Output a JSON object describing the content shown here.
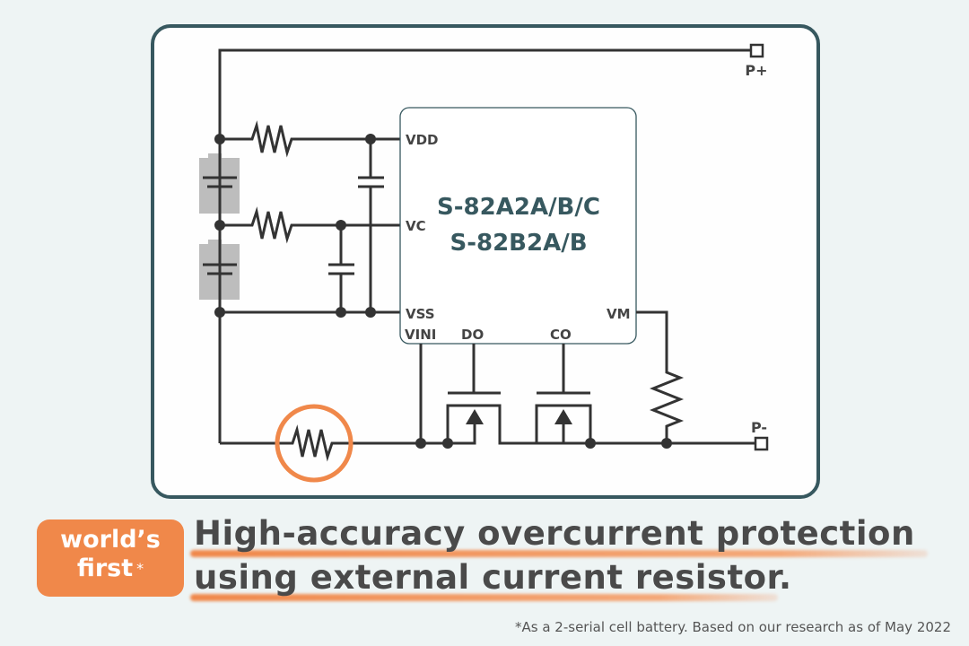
{
  "colors": {
    "background": "#eef4f4",
    "frame_border": "#37585f",
    "chip_text": "#37585f",
    "accent_orange": "#f0884a",
    "wire": "#333333",
    "battery_fill": "#bdbdbd"
  },
  "chip": {
    "name_line1": "S-82A2A/B/C",
    "name_line2": "S-82B2A/B",
    "pins": {
      "vdd": "VDD",
      "vc": "VC",
      "vss": "VSS",
      "vini": "VINI",
      "do": "DO",
      "co": "CO",
      "vm": "VM"
    }
  },
  "terminals": {
    "p_plus": "P+",
    "p_minus": "P-"
  },
  "components": {
    "batteries": [
      "battery-cell-1",
      "battery-cell-2"
    ],
    "highlighted": "external-current-sense-resistor"
  },
  "badge": {
    "line1": "world’s",
    "line2": "first",
    "asterisk": "*"
  },
  "headline": {
    "line1": "High-accuracy overcurrent protection",
    "line2": "using external current resistor."
  },
  "footnote": "*As a 2-serial cell battery. Based on our research as of May 2022"
}
